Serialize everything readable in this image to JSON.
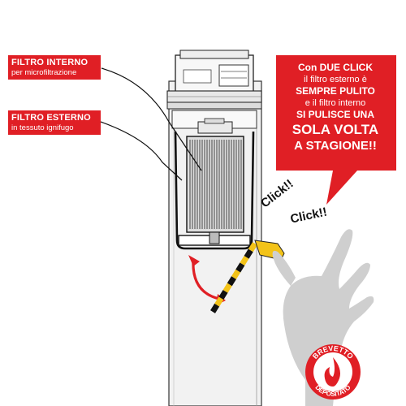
{
  "labels": {
    "internal_filter": {
      "title": "FILTRO INTERNO",
      "subtitle": "per microfiltrazione"
    },
    "external_filter": {
      "title": "FILTRO ESTERNO",
      "subtitle": "in tessuto ignifugo"
    }
  },
  "callout": {
    "lines": [
      "Con DUE CLICK",
      "il filtro esterno è",
      "SEMPRE PULITO",
      "e il filtro interno",
      "SI PULISCE UNA",
      "SOLA VOLTA",
      "A STAGIONE!!"
    ]
  },
  "clicks": {
    "first": "Click!!",
    "second": "Click!!"
  },
  "badge": {
    "top_text": "BREVETTO",
    "bottom_text": "DEPOSITATO"
  },
  "colors": {
    "red": "#e01f25",
    "yellow": "#f3c318",
    "hand": "#cfcfcf",
    "panel": "#f2f2f2",
    "outline": "#222222"
  },
  "icons": [
    "flame-icon",
    "hand-icon",
    "double-arrow-icon"
  ]
}
